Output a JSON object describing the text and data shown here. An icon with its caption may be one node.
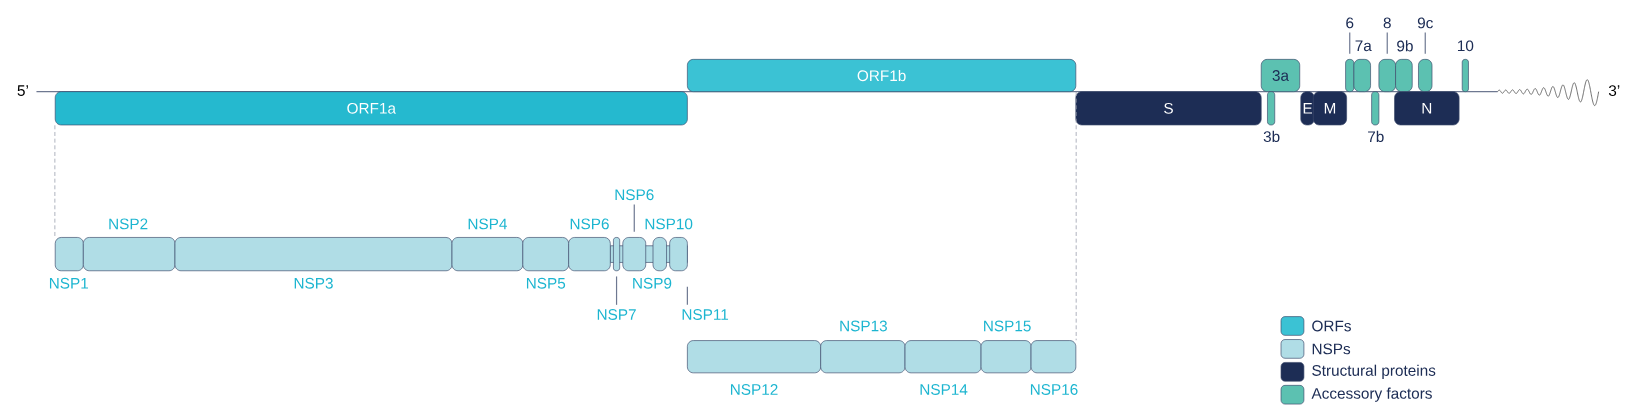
{
  "diagram": {
    "nodes": [
      {
        "text": [
          "ORF1a"
        ]
      },
      {
        "text": [
          "ORF1b"
        ]
      },
      {
        "text": [
          "S"
        ]
      },
      {
        "text": [
          "3a"
        ]
      },
      {
        "text": [
          "3b"
        ]
      },
      {
        "text": [
          "E"
        ]
      },
      {
        "text": [
          "M"
        ]
      },
      {
        "text": [
          "6"
        ]
      },
      {
        "text": [],
        "shape": "box"
      },
      {
        "text": [
          "7a"
        ]
      },
      {
        "text": [
          "7b"
        ]
      },
      {
        "text": [
          "8"
        ]
      },
      {
        "text": [],
        "shape": "box"
      },
      {
        "text": [
          "9b"
        ]
      },
      {
        "text": [
          "9c"
        ]
      },
      {
        "text": [],
        "shape": "box"
      },
      {
        "text": [
          "N"
        ]
      },
      {
        "text": [
          "10"
        ]
      },
      {
        "text": [
          "NSP1"
        ]
      },
      {
        "text": [
          "NSP2"
        ]
      },
      {
        "text": [
          "NSP3"
        ]
      },
      {
        "text": [
          "NSP4"
        ]
      },
      {
        "text": [
          "NSP5"
        ]
      },
      {
        "text": [
          "NSP6"
        ]
      },
      {
        "text": [],
        "shape": "box"
      },
      {
        "text": [
          "NSP6"
        ]
      },
      {
        "text": [],
        "shape": "box"
      },
      {
        "text": [
          "NSP9"
        ]
      },
      {
        "text": [
          "NSP10"
        ]
      },
      {
        "text": [
          "NSP7"
        ]
      },
      {
        "text": [
          "NSP11"
        ]
      },
      {
        "text": [
          "NSP12"
        ]
      },
      {
        "text": [
          "NSP13"
        ]
      },
      {
        "text": [
          "NSP14"
        ]
      },
      {
        "text": [
          "NSP15"
        ]
      },
      {
        "text": [
          "NSP16"
        ]
      },
      {
        "text": [],
        "shape": "bar"
      }
    ],
    "edges": [
      {
        "from": 0,
        "to": 18,
        "arrow": "none",
        "style": "dashed"
      },
      {
        "from": 1,
        "to": 35,
        "arrow": "none",
        "style": "dashed"
      },
      {
        "from": 7,
        "to": 8,
        "arrow": "none"
      },
      {
        "from": 11,
        "to": 12,
        "arrow": "none"
      },
      {
        "from": 14,
        "to": 15,
        "arrow": "none"
      },
      {
        "from": 25,
        "to": 26,
        "arrow": "none"
      },
      {
        "from": 29,
        "to": 24,
        "arrow": "none"
      },
      {
        "from": 30,
        "to": null,
        "arrow": "none"
      }
    ],
    "labels": [
      "5’",
      "3’"
    ],
    "legend": [
      {
        "text": "ORFs",
        "color": "#3bc2d4"
      },
      {
        "text": "NSPs",
        "color": "#b0dde6"
      },
      {
        "text": "Structural proteins",
        "color": "#1d2d55"
      },
      {
        "text": "Accessory factors",
        "color": "#5cc1b1"
      }
    ]
  }
}
